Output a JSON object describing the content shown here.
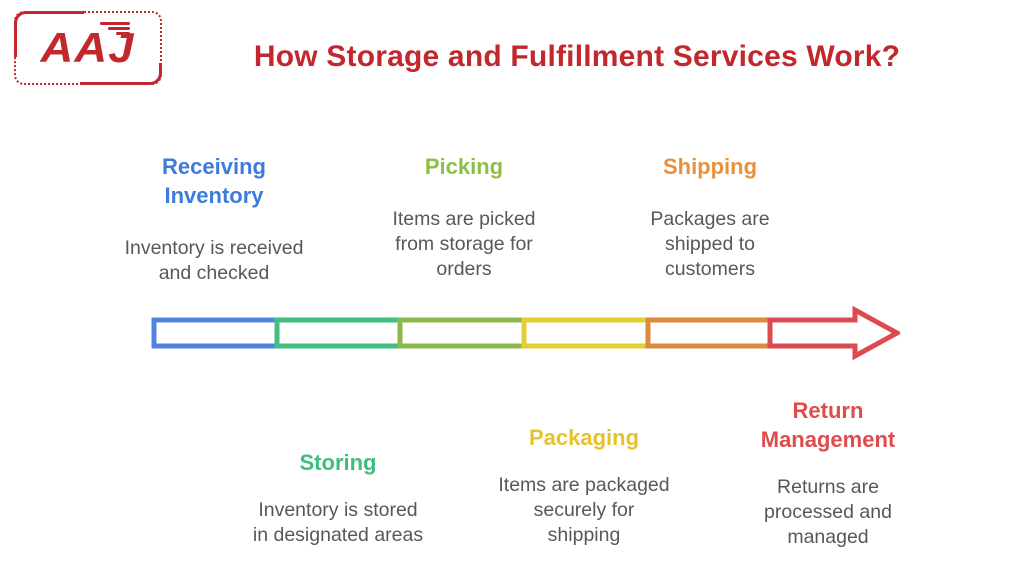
{
  "logo": {
    "text": "AAJ",
    "color": "#C1272D"
  },
  "header": {
    "title": "How Storage and Fulfillment Services Work?",
    "color": "#C1272D"
  },
  "stages": {
    "top": [
      {
        "name": "Receiving\nInventory",
        "description": "Inventory is received\nand checked",
        "color": "#3D7CDD"
      },
      {
        "name": "Picking",
        "description": "Items are picked\nfrom storage for\norders",
        "color": "#8CBF45"
      },
      {
        "name": "Shipping",
        "description": "Packages are\nshipped to\ncustomers",
        "color": "#E8913C"
      }
    ],
    "bottom": [
      {
        "name": "Storing",
        "description": "Inventory is stored\nin designated areas",
        "color": "#3CBE7F"
      },
      {
        "name": "Packaging",
        "description": "Items are packaged\nsecurely for\nshipping",
        "color": "#E5C32E"
      },
      {
        "name": "Return\nManagement",
        "description": "Returns are\nprocessed and\nmanaged",
        "color": "#E04B4B"
      }
    ]
  },
  "timeline": {
    "process_order": [
      "Receiving Inventory",
      "Storing",
      "Picking",
      "Packaging",
      "Shipping",
      "Return Management"
    ],
    "segment_colors": [
      "#4F84DF",
      "#41BE81",
      "#8CB84A",
      "#E3CE35",
      "#DE8A3E",
      "#DC4B52"
    ]
  },
  "colors": {
    "description_text": "#57585A",
    "background": "#FFFFFF"
  }
}
